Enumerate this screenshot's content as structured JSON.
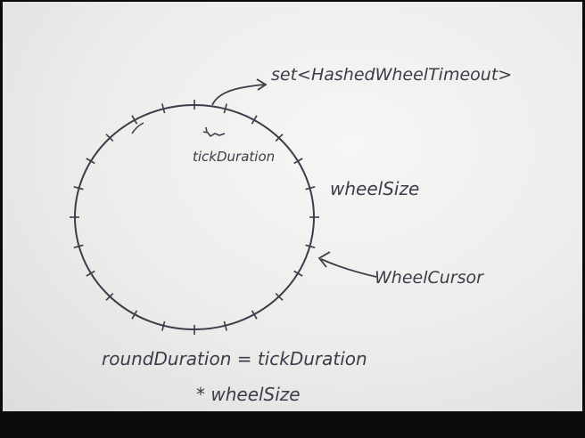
{
  "labels": {
    "set_type": "set<HashedWheelTimeout>",
    "tick_duration": "tickDuration",
    "wheel_size": "wheelSize",
    "wheel_cursor": "WheelCursor",
    "round_duration_line1": "roundDuration = tickDuration",
    "round_duration_line2": "* wheelSize"
  },
  "wheel": {
    "tick_count": 24
  },
  "colors": {
    "ink": "#3c3c4a",
    "paper": "#eeeeec",
    "border": "#0b0b0b"
  }
}
